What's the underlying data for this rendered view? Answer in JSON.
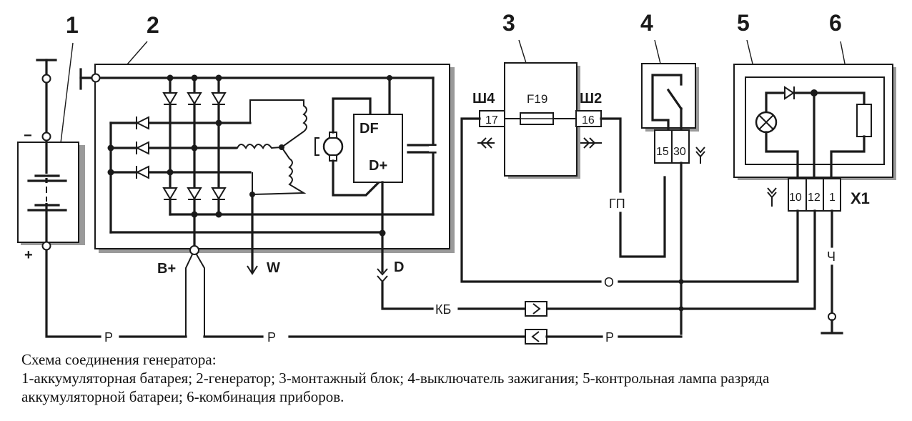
{
  "diagram": {
    "components": [
      {
        "number": "1",
        "name": "battery"
      },
      {
        "number": "2",
        "name": "generator"
      },
      {
        "number": "3",
        "name": "mounting-block"
      },
      {
        "number": "4",
        "name": "ignition-switch"
      },
      {
        "number": "5",
        "name": "discharge-lamp"
      },
      {
        "number": "6",
        "name": "instrument-cluster"
      }
    ],
    "battery": {
      "minus": "−",
      "plus": "+"
    },
    "generator": {
      "regulator_df": "DF",
      "regulator_dplus": "D+",
      "terminal_bplus": "B+",
      "terminal_w": "W",
      "terminal_d": "D"
    },
    "mounting_block": {
      "fuse": "F19",
      "connector_left": "Ш4",
      "connector_right": "Ш2",
      "pin_left": "17",
      "pin_right": "16"
    },
    "ignition_switch": {
      "pins": [
        "15",
        "30"
      ]
    },
    "instrument_cluster": {
      "connector": "X1",
      "pins": [
        "10",
        "12",
        "1"
      ]
    },
    "wire_colors": {
      "gp": "ГП",
      "o": "О",
      "kb": "КБ",
      "p1": "Р",
      "p2": "Р",
      "p3": "Р",
      "ch": "Ч"
    }
  },
  "caption": {
    "title": "Схема соединения генератора:",
    "line1": "1-аккумуляторная батарея; 2-генератор; 3-монтажный блок; 4-выключатель зажигания; 5-контрольная лампа разряда",
    "line2": "аккумуляторной батареи; 6-комбинация приборов."
  }
}
